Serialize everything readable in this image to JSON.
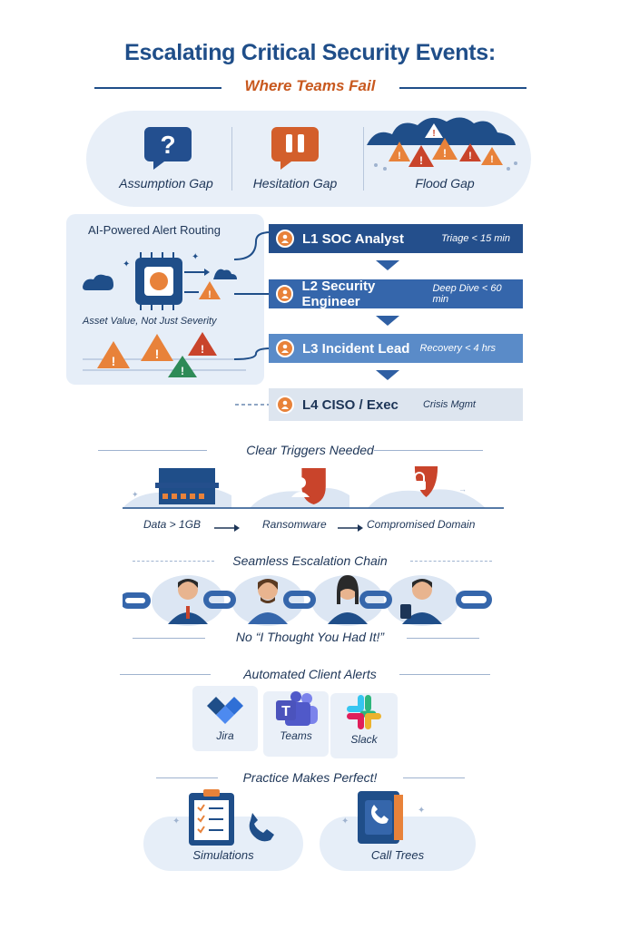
{
  "header": {
    "title": "Escalating Critical Security Events:",
    "subtitle": "Where Teams Fail"
  },
  "gaps": [
    {
      "label": "Assumption Gap",
      "icon": "question-bubble-icon"
    },
    {
      "label": "Hesitation Gap",
      "icon": "pause-bubble-icon"
    },
    {
      "label": "Flood Gap",
      "icon": "alert-flood-icon"
    }
  ],
  "routing": {
    "title": "AI-Powered Alert Routing",
    "subtitle": "Asset Value, Not Just Severity"
  },
  "tiers": [
    {
      "name": "L1 SOC Analyst",
      "time": "Triage < 15 min",
      "color": "#244f8c"
    },
    {
      "name": "L2 Security Engineer",
      "time": "Deep Dive < 60 min",
      "color": "#3566ab"
    },
    {
      "name": "L3 Incident Lead",
      "time": "Recovery < 4 hrs",
      "color": "#5a8bc8"
    },
    {
      "name": "L4 CISO / Exec",
      "time": "Crisis Mgmt",
      "color": "#dde5ef"
    }
  ],
  "triggers": {
    "heading": "Clear Triggers Needed",
    "items": [
      "Data > 1GB",
      "Ransomware",
      "Compromised Domain"
    ]
  },
  "chain": {
    "heading": "Seamless Escalation Chain",
    "caption": "No “I Thought You Had It!”"
  },
  "alerts": {
    "heading": "Automated Client Alerts",
    "apps": [
      {
        "label": "Jira",
        "icon": "jira-icon"
      },
      {
        "label": "Teams",
        "icon": "teams-icon"
      },
      {
        "label": "Slack",
        "icon": "slack-icon"
      }
    ]
  },
  "practice": {
    "heading": "Practice Makes Perfect!",
    "items": [
      {
        "label": "Simulations",
        "icon": "checklist-phone-icon"
      },
      {
        "label": "Call Trees",
        "icon": "phone-book-icon"
      }
    ]
  },
  "colors": {
    "navy": "#1f4e89",
    "orange": "#c8581e",
    "alert_orange": "#e8823a",
    "alert_red": "#c9442b",
    "alert_green": "#2e8b57",
    "panel": "#e6eef8"
  }
}
